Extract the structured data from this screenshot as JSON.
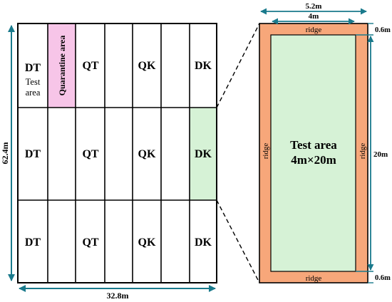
{
  "colors": {
    "grid_line": "#000000",
    "dimension": "#1a7a8c",
    "ridge": "#f7a77a",
    "test_area": "#d6f2d6",
    "quarantine": "#f7c5e8"
  },
  "field": {
    "row1": {
      "dt": "DT",
      "test1": "Test",
      "test2": "area",
      "quarantine": "Quarantine area",
      "qt": "QT",
      "qk": "QK",
      "dk": "DK"
    },
    "row2": {
      "dt": "DT",
      "qt": "QT",
      "qk": "QK",
      "dk": "DK"
    },
    "row3": {
      "dt": "DT",
      "qt": "QT",
      "qk": "QK",
      "dk": "DK"
    },
    "width_label": "32.8m",
    "height_label": "62.4m"
  },
  "plot": {
    "outer_width_label": "5.2m",
    "inner_width_label": "4m",
    "ridge_top_label": "0.6m",
    "ridge_bottom_label": "0.6m",
    "length_label": "20m",
    "ridge_top": "ridge",
    "ridge_bottom": "ridge",
    "ridge_left": "ridge",
    "ridge_right": "ridge",
    "title_line1": "Test area",
    "title_line2": "4m×20m"
  }
}
